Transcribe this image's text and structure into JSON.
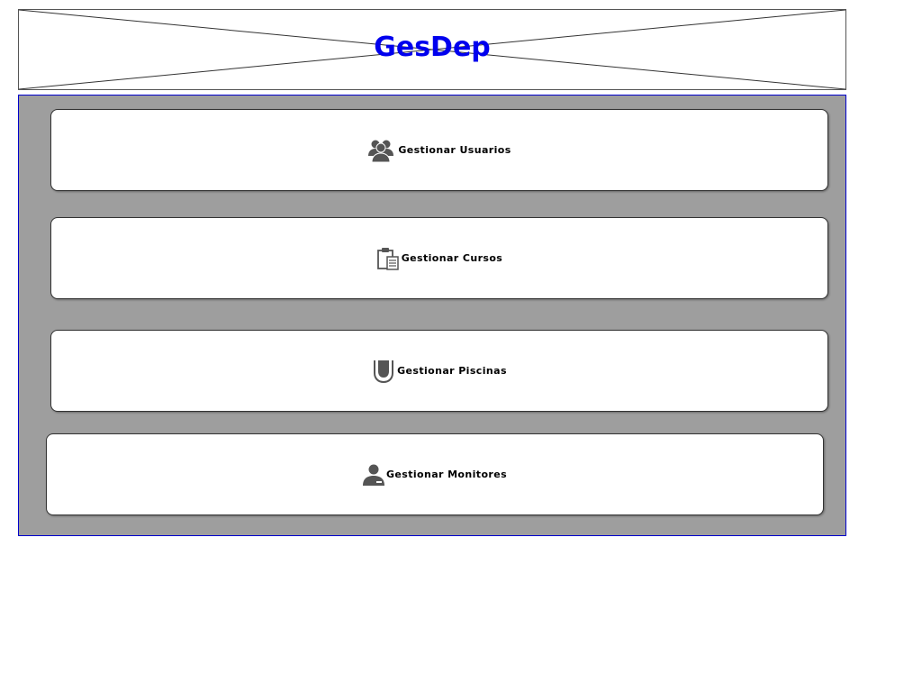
{
  "header": {
    "title": "GesDep",
    "title_color": "#0000ee"
  },
  "menu": {
    "items": [
      {
        "label": "Gestionar Usuarios",
        "icon": "users-icon"
      },
      {
        "label": "Gestionar Cursos",
        "icon": "clipboard-icon"
      },
      {
        "label": "Gestionar Piscinas",
        "icon": "pool-icon"
      },
      {
        "label": "Gestionar Monitores",
        "icon": "monitor-person-icon"
      }
    ]
  },
  "colors": {
    "panel_background": "#9e9e9e",
    "panel_border": "#0000cc",
    "icon": "#555555"
  }
}
